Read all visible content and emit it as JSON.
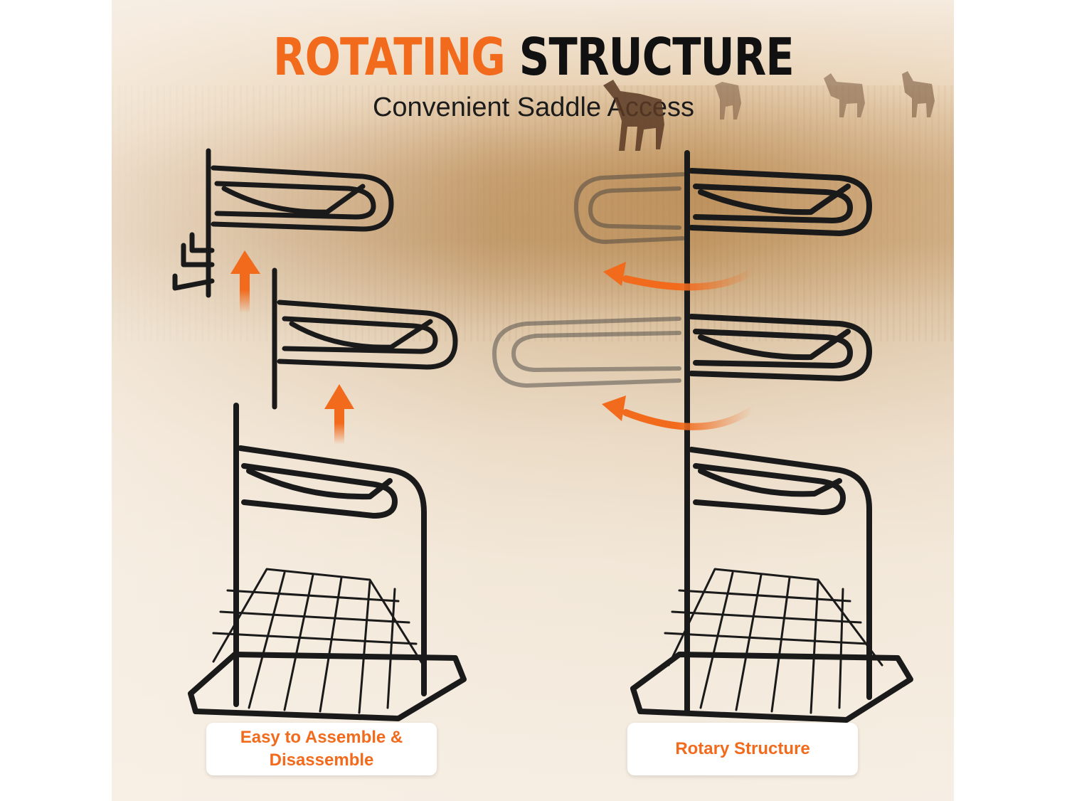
{
  "header": {
    "title_accent": "ROTATING",
    "title_main": "STRUCTURE",
    "subtitle": "Convenient Saddle Access"
  },
  "labels": {
    "left": "Easy to Assemble & Disassemble",
    "right": "Rotary Structure"
  },
  "colors": {
    "accent": "#f26a1c",
    "rack": "#1a1a1a",
    "title_dark": "#111111"
  },
  "icons": [
    "horse-icon",
    "arrow-up-icon",
    "rotate-arrow-icon"
  ]
}
